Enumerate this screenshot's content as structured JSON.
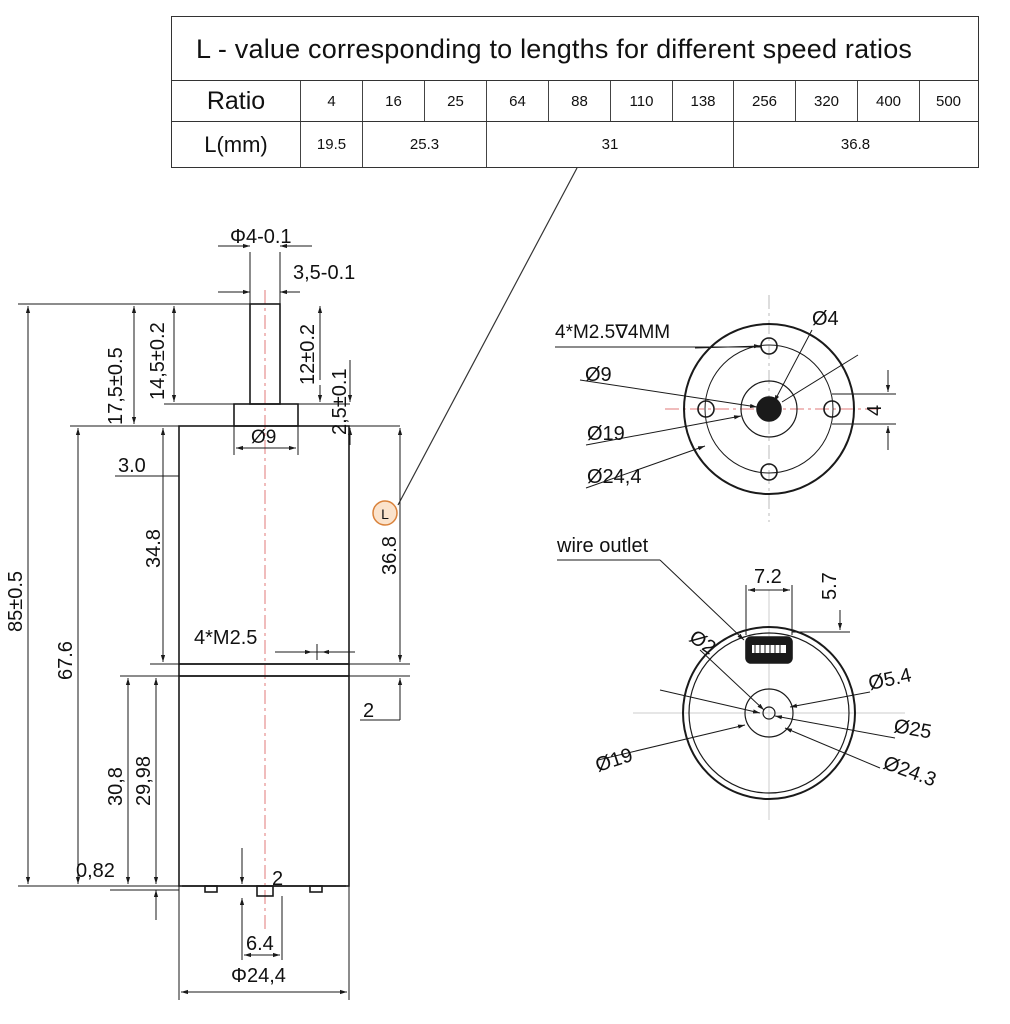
{
  "table": {
    "title": "L - value corresponding to lengths for different speed ratios",
    "ratio_label": "Ratio",
    "l_label": "L(mm)",
    "ratios": [
      "4",
      "16",
      "25",
      "64",
      "88",
      "110",
      "138",
      "256",
      "320",
      "400",
      "500"
    ],
    "l_values": [
      "19.5",
      "25.3",
      "31",
      "36.8"
    ]
  },
  "side_view": {
    "shaft_diameter": "Φ4-0.1",
    "shaft_flat": "3,5-0.1",
    "dim_17_5": "17,5±0.5",
    "dim_14_5": "14,5±0.2",
    "dim_12": "12±0.2",
    "dim_2_5": "2,5±0.1",
    "boss_diameter": "Ø9",
    "dim_3_0": "3.0",
    "dim_34_8": "34.8",
    "dim_36_8": "36.8",
    "l_marker": "L",
    "dim_85": "85±0.5",
    "dim_67_6": "67.6",
    "thread_label": "4*M2.5",
    "dim_2_gap": "2",
    "dim_30_8": "30,8",
    "dim_29_98": "29,98",
    "dim_0_82": "0,82",
    "dim_2_terminal": "2",
    "dim_6_4": "6.4",
    "body_diameter": "Φ24,4"
  },
  "front_view": {
    "thread_spec": "4*M2.5∇4MM",
    "d4": "Ø4",
    "d9": "Ø9",
    "d19": "Ø19",
    "d24_4": "Ø24,4",
    "dim_4": "4"
  },
  "rear_view": {
    "wire_outlet": "wire outlet",
    "dim_7_2": "7.2",
    "dim_5_7": "5.7",
    "d2": "Ø2",
    "d5_4": "Ø5.4",
    "d25": "Ø25",
    "d24_3": "Ø24.3",
    "d19": "Ø19"
  },
  "colors": {
    "line": "#1a1a1a",
    "centerline": "#e07a7a",
    "marker": "#d9823b"
  }
}
